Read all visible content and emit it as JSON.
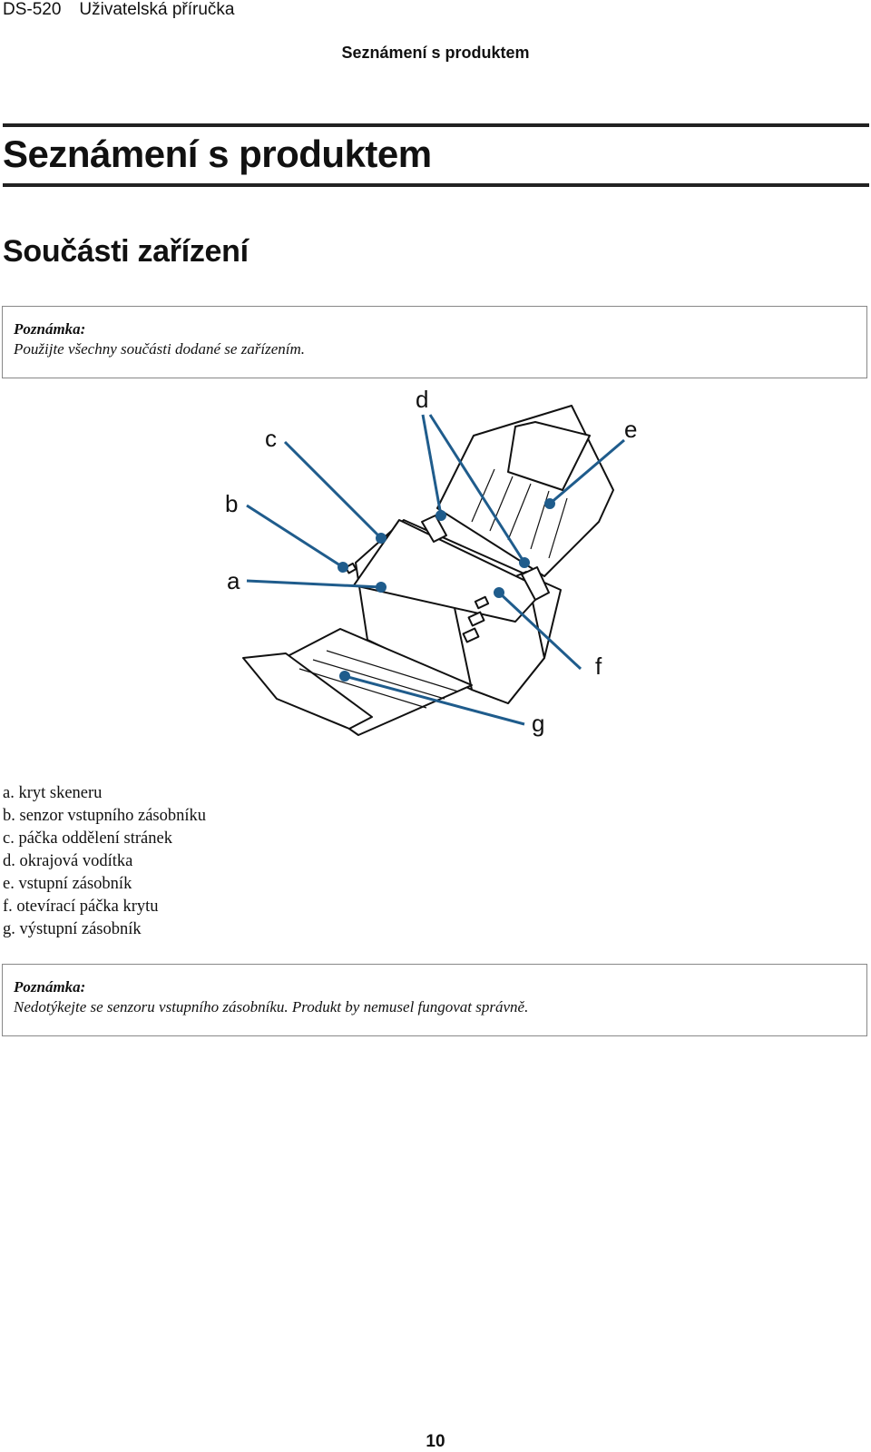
{
  "running_header": {
    "product": "DS-520",
    "guide": "Uživatelská příručka"
  },
  "section_header": "Seznámení s produktem",
  "chapter_title": "Seznámení s produktem",
  "section_title": "Součásti zařízení",
  "note_1": {
    "label": "Poznámka:",
    "text": "Použijte všechny součásti dodané se zařízením."
  },
  "figure": {
    "callouts": [
      "a",
      "b",
      "c",
      "d",
      "e",
      "f",
      "g"
    ],
    "line_color": "#1f5c8c"
  },
  "legend": [
    "a. kryt skeneru",
    "b. senzor vstupního zásobníku",
    "c. páčka oddělení stránek",
    "d. okrajová vodítka",
    "e. vstupní zásobník",
    "f. otevírací páčka krytu",
    "g. výstupní zásobník"
  ],
  "note_2": {
    "label": "Poznámka:",
    "text": "Nedotýkejte se senzoru vstupního zásobníku. Produkt by nemusel fungovat správně."
  },
  "page_number": "10"
}
